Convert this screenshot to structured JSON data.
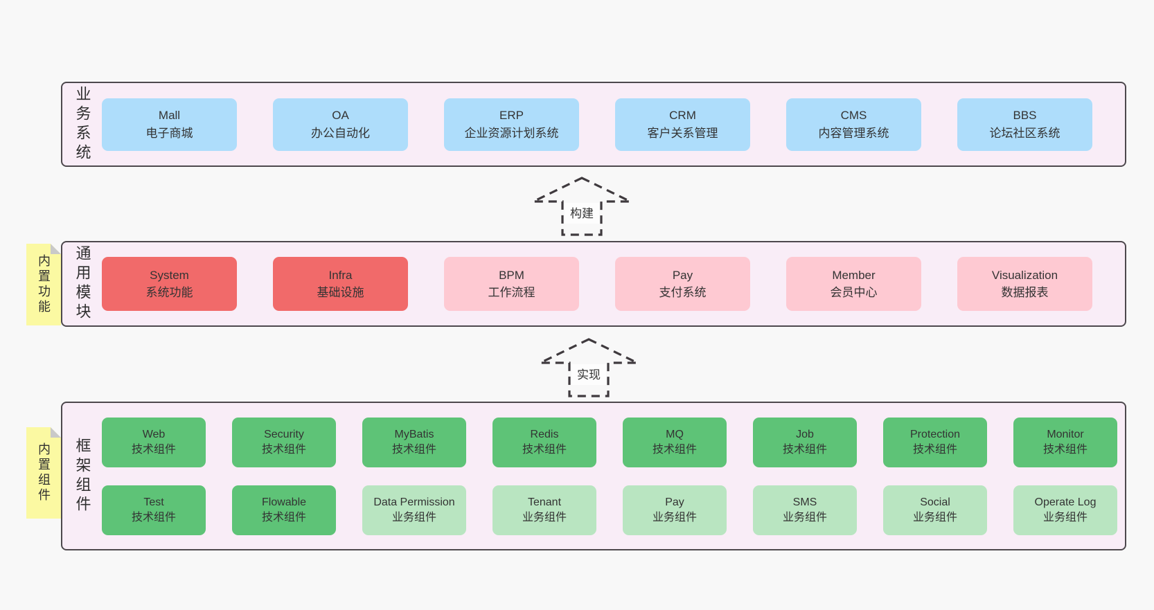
{
  "palette": {
    "page_bg": "#f8f8f8",
    "band_bg": "#f9edf7",
    "band_border": "#4d484d",
    "blue": "#aeddfb",
    "red": "#f16a6a",
    "pink": "#fec9d2",
    "green_dark": "#5ec377",
    "green_light": "#b9e5c1",
    "sticky_yellow": "#fbf9a2",
    "fold_gray": "#c9c9c9",
    "text": "#333333"
  },
  "arrows": {
    "build": "构建",
    "implement": "实现"
  },
  "layers": {
    "business": {
      "label": "业务系统",
      "boxes": [
        {
          "en": "Mall",
          "zh": "电子商城"
        },
        {
          "en": "OA",
          "zh": "办公自动化"
        },
        {
          "en": "ERP",
          "zh": "企业资源计划系统"
        },
        {
          "en": "CRM",
          "zh": "客户关系管理"
        },
        {
          "en": "CMS",
          "zh": "内容管理系统"
        },
        {
          "en": "BBS",
          "zh": "论坛社区系统"
        }
      ]
    },
    "modules": {
      "label": "通用模块",
      "sticky": "内置功能",
      "boxes": [
        {
          "en": "System",
          "zh": "系统功能"
        },
        {
          "en": "Infra",
          "zh": "基础设施"
        },
        {
          "en": "BPM",
          "zh": "工作流程"
        },
        {
          "en": "Pay",
          "zh": "支付系统"
        },
        {
          "en": "Member",
          "zh": "会员中心"
        },
        {
          "en": "Visualization",
          "zh": "数据报表"
        }
      ]
    },
    "framework": {
      "label": "框架组件",
      "sticky": "内置组件",
      "row1": [
        {
          "en": "Web",
          "zh": "技术组件"
        },
        {
          "en": "Security",
          "zh": "技术组件"
        },
        {
          "en": "MyBatis",
          "zh": "技术组件"
        },
        {
          "en": "Redis",
          "zh": "技术组件"
        },
        {
          "en": "MQ",
          "zh": "技术组件"
        },
        {
          "en": "Job",
          "zh": "技术组件"
        },
        {
          "en": "Protection",
          "zh": "技术组件"
        },
        {
          "en": "Monitor",
          "zh": "技术组件"
        }
      ],
      "row2": [
        {
          "en": "Test",
          "zh": "技术组件"
        },
        {
          "en": "Flowable",
          "zh": "技术组件"
        },
        {
          "en": "Data Permission",
          "zh": "业务组件"
        },
        {
          "en": "Tenant",
          "zh": "业务组件"
        },
        {
          "en": "Pay",
          "zh": "业务组件"
        },
        {
          "en": "SMS",
          "zh": "业务组件"
        },
        {
          "en": "Social",
          "zh": "业务组件"
        },
        {
          "en": "Operate Log",
          "zh": "业务组件"
        }
      ]
    }
  }
}
